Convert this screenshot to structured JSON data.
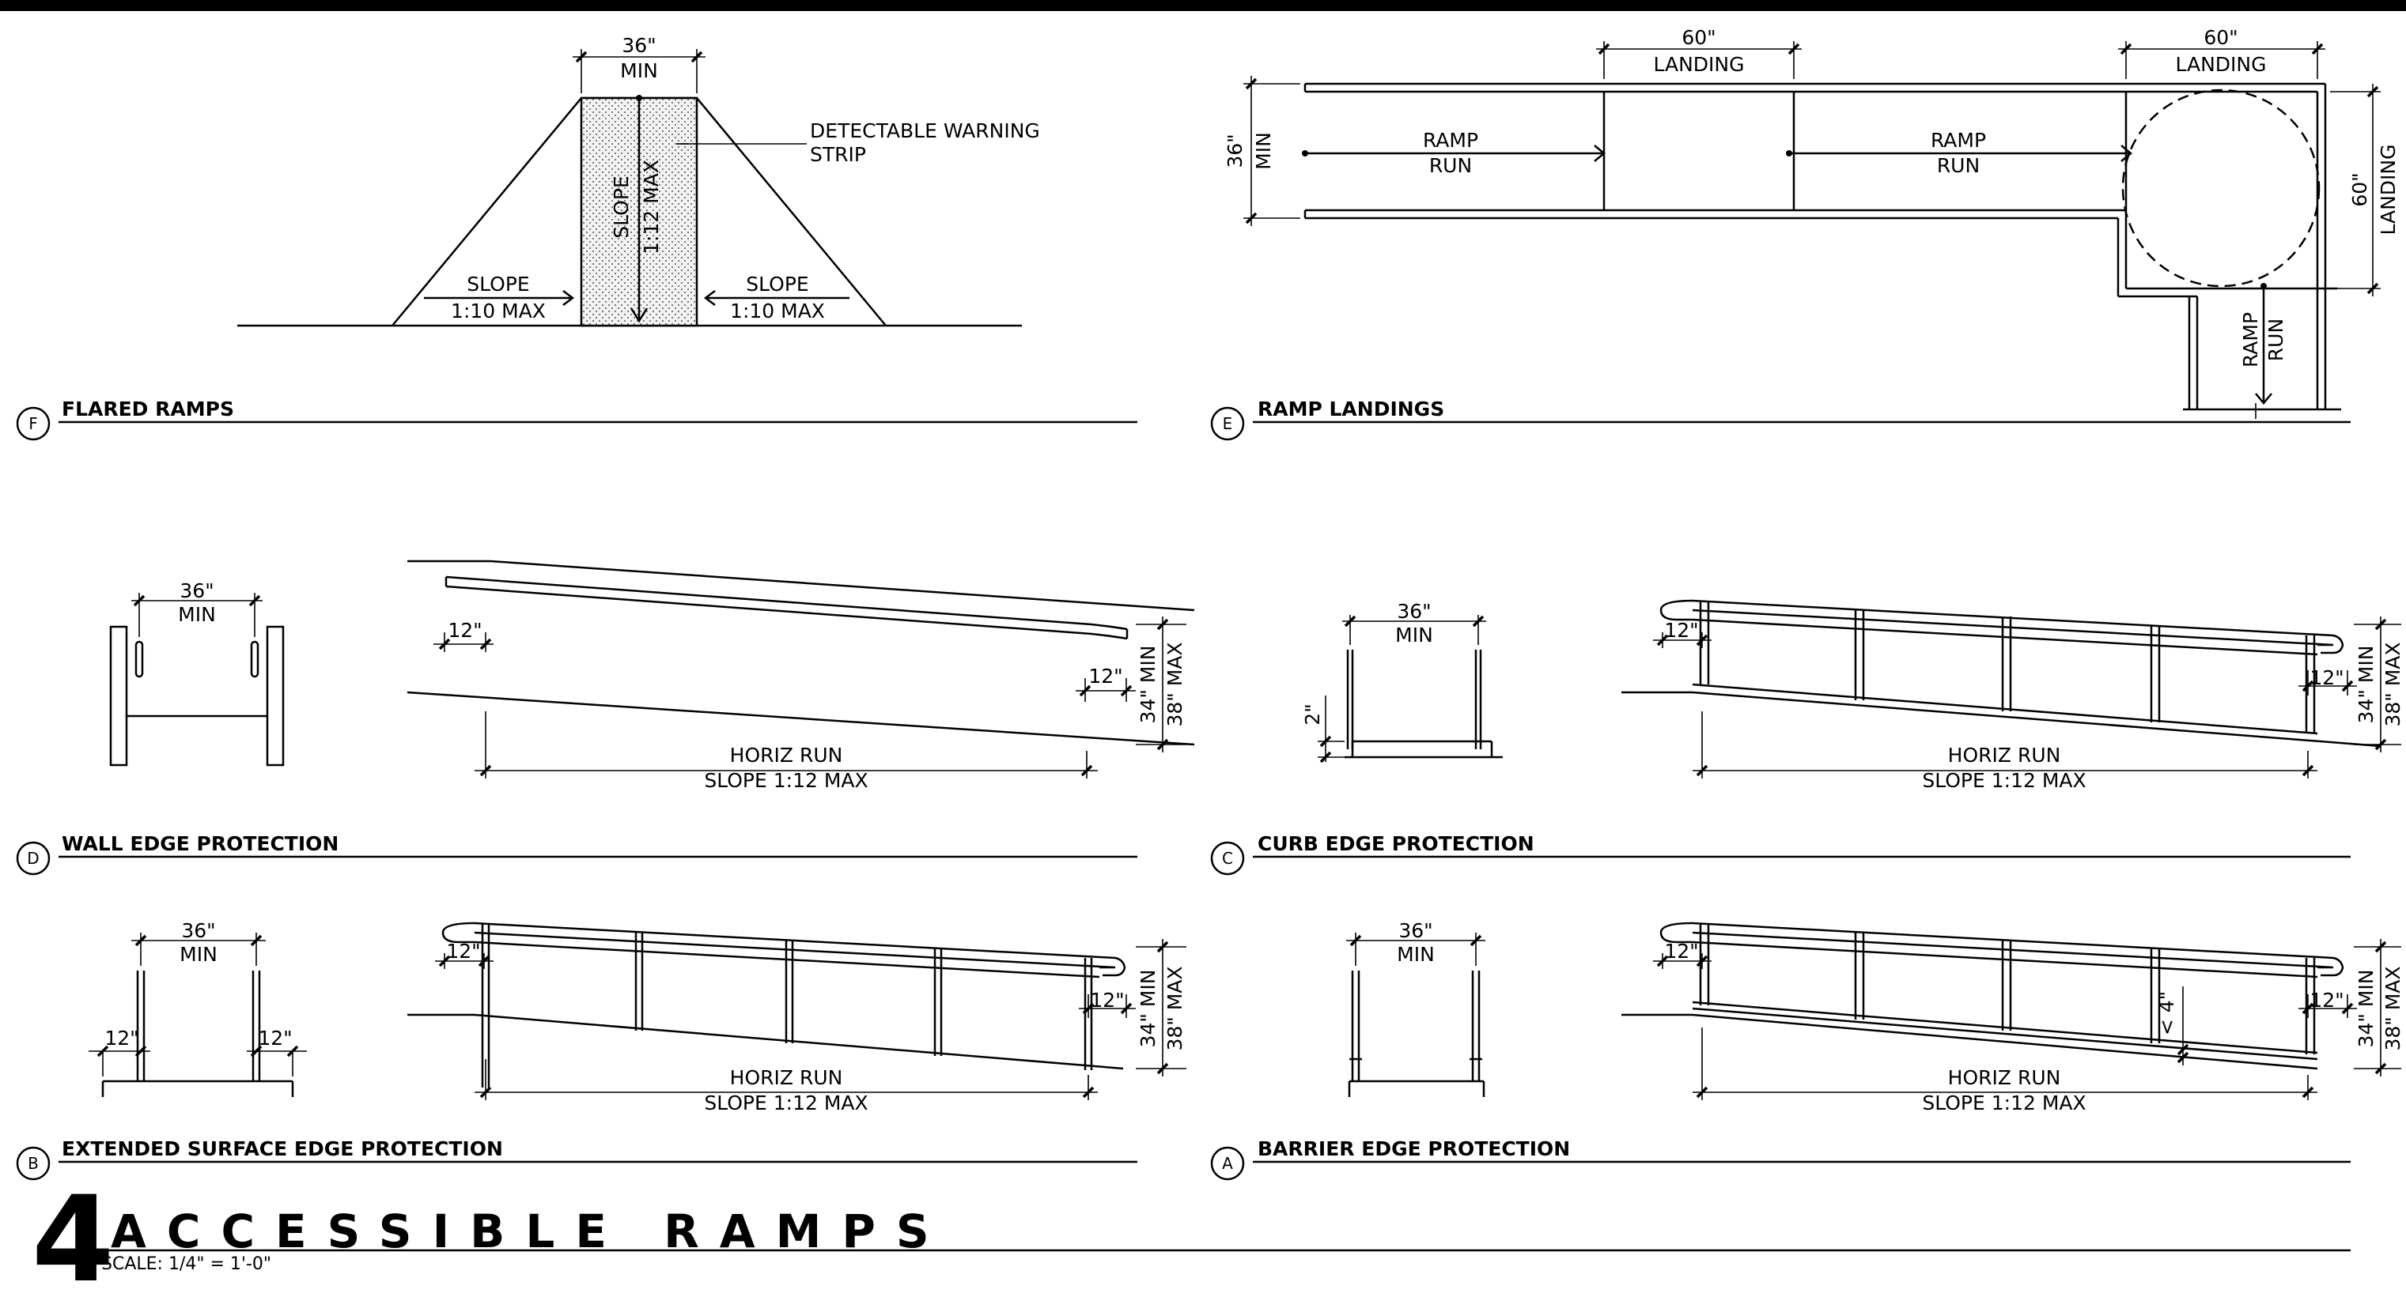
{
  "sheet": {
    "number": "4",
    "title": "ACCESSIBLE RAMPS",
    "scale": "SCALE:   1/4\" = 1'-0\""
  },
  "details": {
    "F": {
      "bubble": "F",
      "title": "FLARED RAMPS",
      "width_dim": "36\"",
      "width_min": "MIN",
      "warning_label_1": "DETECTABLE WARNING",
      "warning_label_2": "STRIP",
      "center_slope_1": "SLOPE",
      "center_slope_2": "1:12 MAX",
      "left_slope_1": "SLOPE",
      "left_slope_2": "1:10 MAX",
      "right_slope_1": "SLOPE",
      "right_slope_2": "1:10 MAX"
    },
    "E": {
      "bubble": "E",
      "title": "RAMP LANDINGS",
      "landing1_dim": "60\"",
      "landing1_label": "LANDING",
      "landing2_dim": "60\"",
      "landing2_label": "LANDING",
      "width_dim": "36\"",
      "width_min": "MIN",
      "run1_1": "RAMP",
      "run1_2": "RUN",
      "run2_1": "RAMP",
      "run2_2": "RUN",
      "side_dim": "60\"",
      "side_label": "LANDING",
      "down_1": "RAMP",
      "down_2": "RUN"
    },
    "D": {
      "bubble": "D",
      "title": "WALL EDGE PROTECTION",
      "width_dim": "36\"",
      "width_min": "MIN",
      "ext_left": "12\"",
      "ext_right": "12\"",
      "rail_min": "34\" MIN",
      "rail_max": "38\" MAX",
      "run": "HORIZ RUN",
      "slope": "SLOPE 1:12 MAX"
    },
    "C": {
      "bubble": "C",
      "title": "CURB EDGE PROTECTION",
      "width_dim": "36\"",
      "width_min": "MIN",
      "curb_dim": "2\"",
      "ext_left": "12\"",
      "ext_right": "12\"",
      "rail_min": "34\" MIN",
      "rail_max": "38\" MAX",
      "run": "HORIZ RUN",
      "slope": "SLOPE 1:12 MAX"
    },
    "B": {
      "bubble": "B",
      "title": "EXTENDED SURFACE EDGE PROTECTION",
      "width_dim": "36\"",
      "width_min": "MIN",
      "surf_left": "12\"",
      "surf_right": "12\"",
      "ext_left": "12\"",
      "ext_right": "12\"",
      "rail_min": "34\" MIN",
      "rail_max": "38\" MAX",
      "run": "HORIZ RUN",
      "slope": "SLOPE 1:12 MAX"
    },
    "A": {
      "bubble": "A",
      "title": "BARRIER EDGE PROTECTION",
      "width_dim": "36\"",
      "width_min": "MIN",
      "gap_dim": "< 4\"",
      "ext_left": "12\"",
      "ext_right": "12\"",
      "rail_min": "34\" MIN",
      "rail_max": "38\" MAX",
      "run": "HORIZ RUN",
      "slope": "SLOPE 1:12 MAX"
    }
  }
}
